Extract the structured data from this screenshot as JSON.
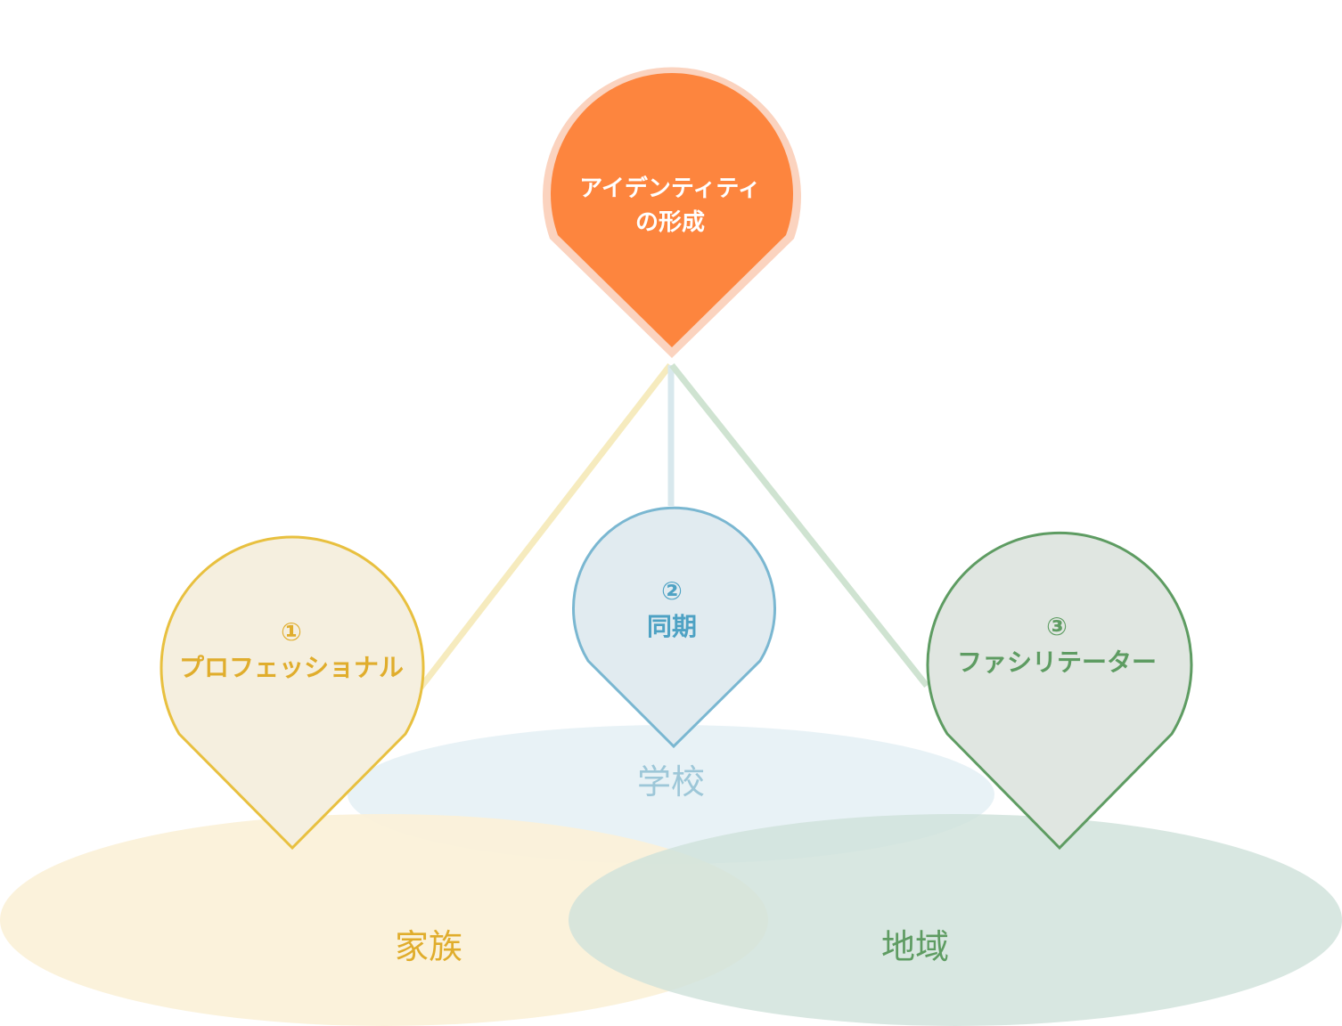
{
  "top_node": {
    "line1": "アイデンティティ",
    "line2": "の形成",
    "fill": "#fd853e",
    "halo": "#fbd3bf",
    "text_color": "#ffffff"
  },
  "pins": [
    {
      "number": "①",
      "label": "プロフェッショナル",
      "stroke": "#e8c03f",
      "fill": "#f5efdf",
      "text_color": "#e0ad2c",
      "connector": "#f6ebbe"
    },
    {
      "number": "②",
      "label": "同期",
      "stroke": "#7ab7d1",
      "fill": "#e1ebf0",
      "text_color": "#4ea2c4",
      "connector": "#d8e8ed"
    },
    {
      "number": "③",
      "label": "ファシリテーター",
      "stroke": "#5e9c62",
      "fill": "#e0e6e1",
      "text_color": "#5e9c62",
      "connector": "#cfe3d1"
    }
  ],
  "regions": [
    {
      "label": "学校",
      "fill": "#e7f1f5",
      "text_color": "#9dc7d8"
    },
    {
      "label": "家族",
      "fill": "#fbf1d8",
      "text_color": "#e0ad2c"
    },
    {
      "label": "地域",
      "fill": "#cfe2da",
      "text_color": "#5e9c62"
    }
  ]
}
